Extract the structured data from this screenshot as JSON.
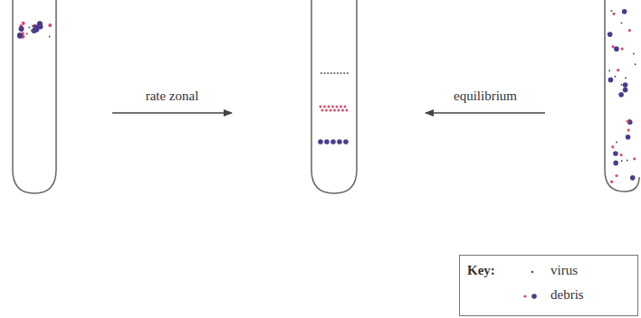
{
  "diagram": {
    "labels": [
      "rate zonal",
      "equilibrium",
      "Key:"
    ],
    "legend": [
      {
        "text": "virus"
      },
      {
        "text": "debris"
      }
    ]
  }
}
